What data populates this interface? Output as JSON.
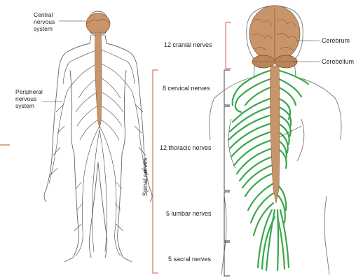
{
  "left_labels": {
    "cns": "Central\nnervous\nsystem",
    "pns": "Peripheral\nnervous\nsystem"
  },
  "right_labels": {
    "cerebrum": "Cerebrum",
    "cerebellum": "Cerebellum",
    "cranial": "12 cranial nerves",
    "cervical": "8 cervical nerves",
    "thoracic": "12 thoracic nerves",
    "lumbar": "5 lumbar nerves",
    "sacral": "5 sacral nerves",
    "spinal": "Spinal nerves"
  },
  "colors": {
    "brain": "#c8956a",
    "cord": "#c8956a",
    "nerve": "#3aa84a",
    "bracket_red": "#d9534f",
    "bracket_dark": "#333333",
    "outline": "#555555"
  }
}
